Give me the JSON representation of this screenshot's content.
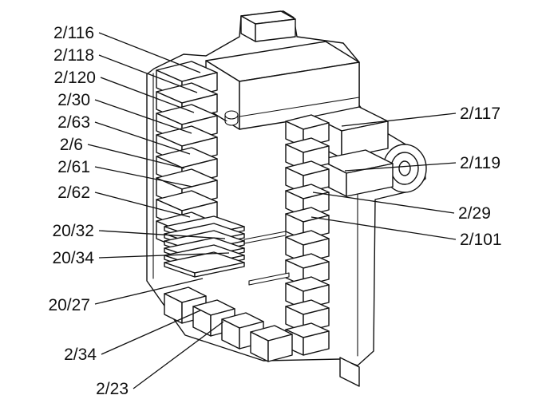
{
  "diagram": {
    "type": "technical-illustration",
    "subject": "relay-and-fuse-box-callout-diagram",
    "background_color": "#ffffff",
    "line_color": "#111111",
    "callouts_left": [
      {
        "label": "2/116"
      },
      {
        "label": "2/118"
      },
      {
        "label": "2/120"
      },
      {
        "label": "2/30"
      },
      {
        "label": "2/63"
      },
      {
        "label": "2/6"
      },
      {
        "label": "2/61"
      },
      {
        "label": "2/62"
      },
      {
        "label": "20/32"
      },
      {
        "label": "20/34"
      },
      {
        "label": "20/27"
      },
      {
        "label": "2/34"
      },
      {
        "label": "2/23"
      }
    ],
    "callouts_right": [
      {
        "label": "2/117"
      },
      {
        "label": "2/119"
      },
      {
        "label": "2/29"
      },
      {
        "label": "2/101"
      }
    ]
  }
}
